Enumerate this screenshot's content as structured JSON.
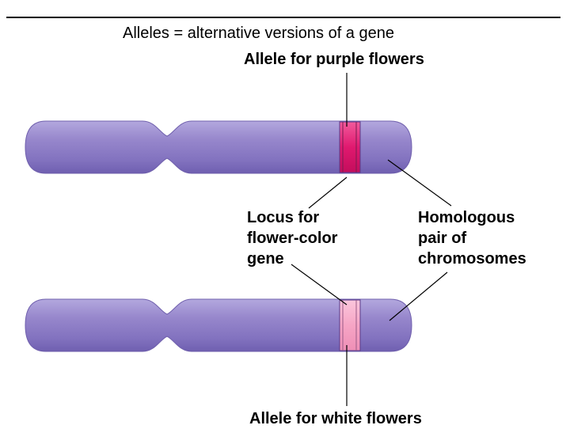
{
  "slide": {
    "title": "Alleles = alternative versions of a gene"
  },
  "labels": {
    "allele_purple": "Allele for purple flowers",
    "allele_white": "Allele for white flowers",
    "locus": [
      "Locus for",
      "flower-color",
      "gene"
    ],
    "homologous": [
      "Homologous",
      "pair of",
      "chromosomes"
    ]
  },
  "colors": {
    "chromosome_body": "#8878c3",
    "chromosome_shadow": "#6f5fb0",
    "chromosome_highlight": "#b3a8de",
    "purple_allele_band": "#e0196f",
    "white_allele_band": "#f6a5c5",
    "leader_lines": "#000000"
  }
}
